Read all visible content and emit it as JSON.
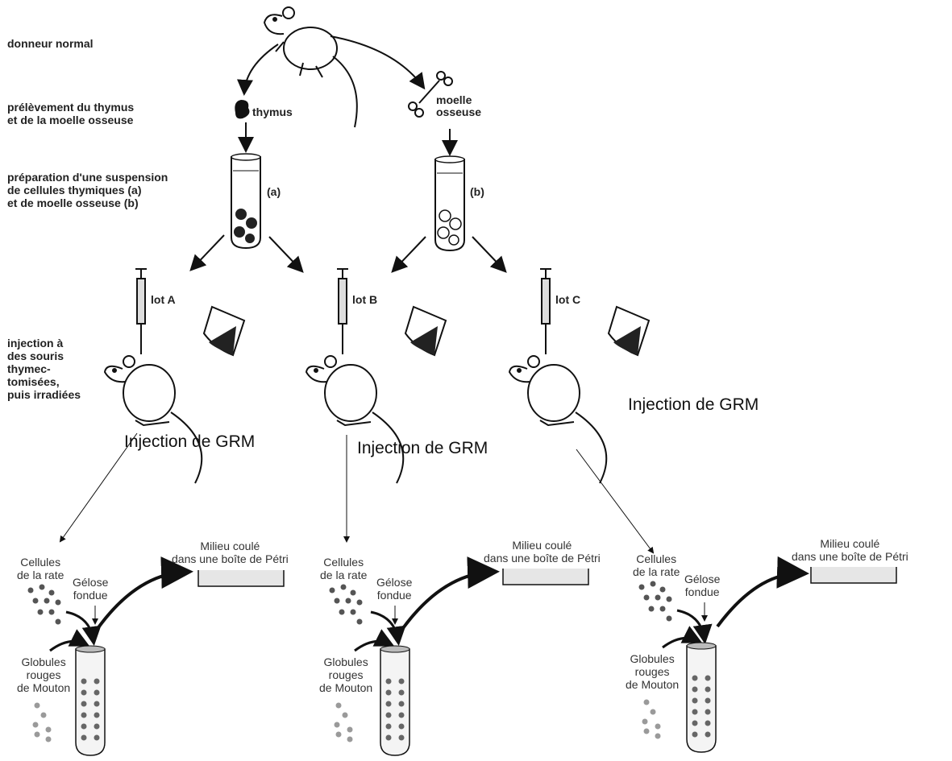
{
  "side_labels": {
    "donor": "donneur normal",
    "harvest": [
      "prélèvement du thymus",
      "et de la moelle osseuse"
    ],
    "prep": [
      "préparation d'une suspension",
      "de cellules thymiques (a)",
      "et de moelle osseuse (b)"
    ],
    "inject": [
      "injection à",
      "des souris",
      "thymec-",
      "tomisées,",
      "puis irradiées"
    ]
  },
  "organs": {
    "thymus": "thymus",
    "marrow": [
      "moelle",
      "osseuse"
    ]
  },
  "tubes": {
    "a": "(a)",
    "b": "(b)"
  },
  "lots": [
    "lot A",
    "lot B",
    "lot C"
  ],
  "grm_label": "Injection de GRM",
  "assay": {
    "petri": [
      "Milieu coulé",
      "dans une boîte de Pétri"
    ],
    "spleen": [
      "Cellules",
      "de la rate"
    ],
    "agar": [
      "Gélose",
      "fondue"
    ],
    "sheep_rbc": [
      "Globules",
      "rouges",
      "de Mouton"
    ]
  },
  "colors": {
    "ink": "#111111",
    "cell_dark": "#555555",
    "cell_light": "#9a9a9a"
  }
}
